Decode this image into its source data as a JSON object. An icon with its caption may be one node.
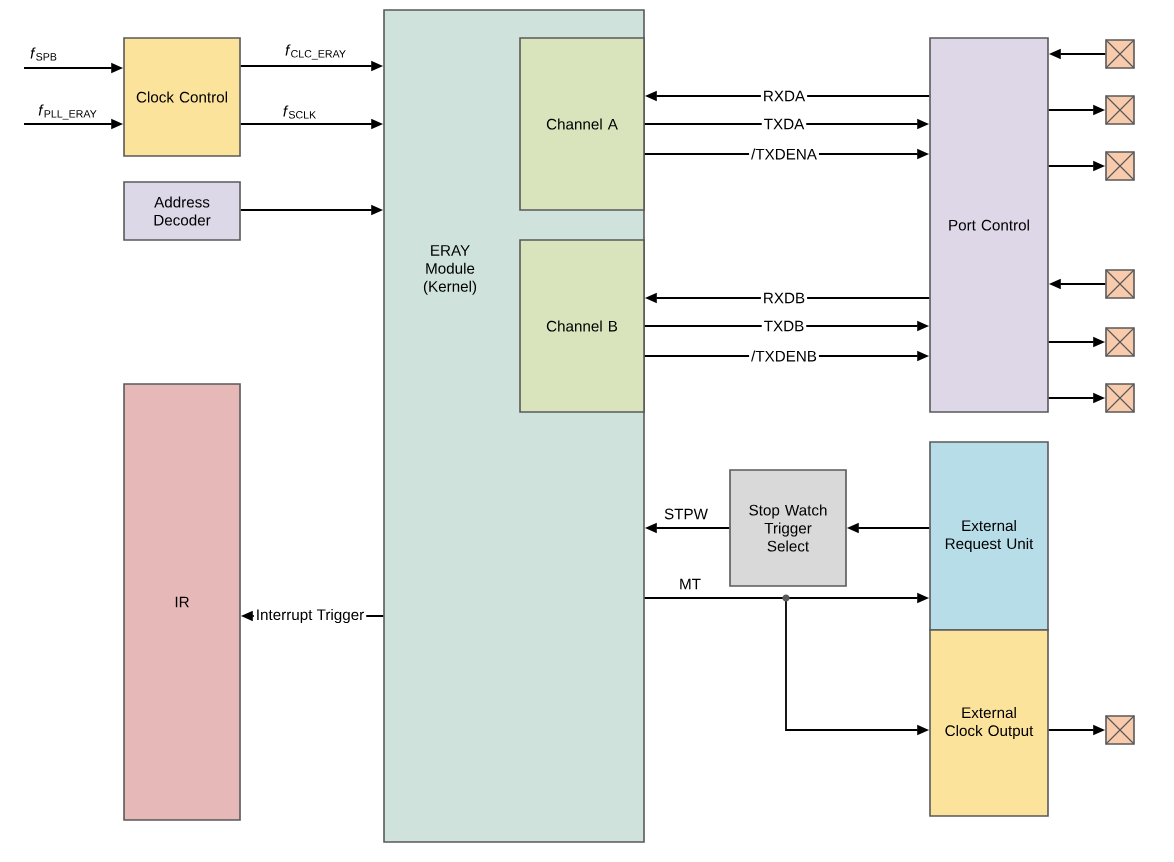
{
  "diagram": {
    "nodes": [
      {
        "text": [
          "Clock Control"
        ]
      },
      {
        "text": [
          "Address Decoder"
        ]
      },
      {
        "text": [
          "ERAY Module (Kernel)"
        ]
      },
      {
        "text": [
          "Channel A"
        ],
        "in": 2
      },
      {
        "text": [
          "Channel B"
        ],
        "in": 2
      },
      {
        "text": [
          "Port Control"
        ]
      },
      {
        "text": [
          "IR"
        ]
      },
      {
        "text": [
          "Stop Watch Trigger Select"
        ]
      },
      {
        "text": [
          "External Request Unit"
        ]
      },
      {
        "text": [
          "External Clock Output"
        ]
      },
      {
        "text": [],
        "shape": "box"
      },
      {
        "text": [],
        "shape": "box"
      },
      {
        "text": [],
        "shape": "box"
      },
      {
        "text": [],
        "shape": "box"
      },
      {
        "text": [],
        "shape": "box"
      },
      {
        "text": [],
        "shape": "box"
      },
      {
        "text": [],
        "shape": "box"
      }
    ],
    "edges": [
      {
        "from": null,
        "to": 0,
        "arrow": "to",
        "label": "*f*$_{SPB}$"
      },
      {
        "from": null,
        "to": 0,
        "arrow": "to",
        "label": "*f*$_{PLL_ERAY}$"
      },
      {
        "from": 0,
        "to": 2,
        "arrow": "to",
        "label": "*f*$_{CLC_ERAY}$"
      },
      {
        "from": 0,
        "to": 2,
        "arrow": "to",
        "label": "*f*$_{SCLK}$"
      },
      {
        "from": 1,
        "to": 2,
        "arrow": "to"
      },
      {
        "from": 5,
        "to": 3,
        "arrow": "to",
        "label": "RXDA"
      },
      {
        "from": 3,
        "to": 5,
        "arrow": "to",
        "label": "TXDA"
      },
      {
        "from": 3,
        "to": 5,
        "arrow": "to",
        "label": "/TXDENA"
      },
      {
        "from": 5,
        "to": 4,
        "arrow": "to",
        "label": "RXDB"
      },
      {
        "from": 4,
        "to": 5,
        "arrow": "to",
        "label": "TXDB"
      },
      {
        "from": 4,
        "to": 5,
        "arrow": "to",
        "label": "/TXDENB"
      },
      {
        "from": 10,
        "to": 5,
        "arrow": "to"
      },
      {
        "from": 5,
        "to": 11,
        "arrow": "to"
      },
      {
        "from": 5,
        "to": 12,
        "arrow": "to"
      },
      {
        "from": 13,
        "to": 5,
        "arrow": "to"
      },
      {
        "from": 5,
        "to": 14,
        "arrow": "to"
      },
      {
        "from": 5,
        "to": 15,
        "arrow": "to"
      },
      {
        "from": 8,
        "to": 7,
        "arrow": "to"
      },
      {
        "from": 7,
        "to": 2,
        "arrow": "to",
        "label": "STPW"
      },
      {
        "from": 2,
        "to": 8,
        "arrow": "to",
        "label": "MT"
      },
      {
        "from": 2,
        "to": 9,
        "arrow": "to"
      },
      {
        "from": 2,
        "to": 6,
        "arrow": "to",
        "label": "Interrupt Trigger"
      },
      {
        "from": 9,
        "to": 16,
        "arrow": "to"
      }
    ]
  }
}
